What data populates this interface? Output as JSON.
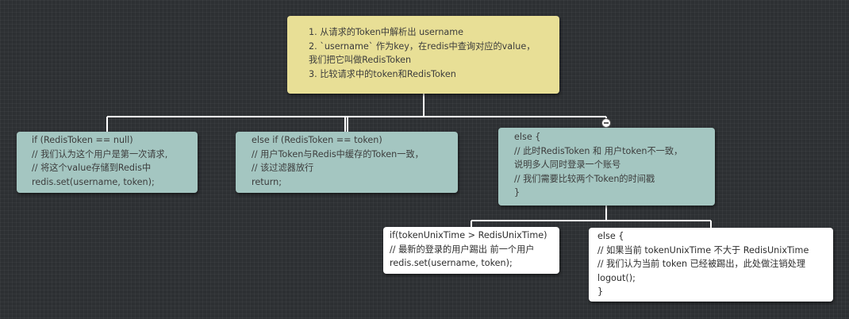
{
  "diagram": {
    "root": {
      "lines": [
        "1. 从请求的Token中解析出 username",
        "2. `username` 作为key，在redis中查询对应的value，",
        "我们把它叫做RedisToken",
        "3. 比较请求中的token和RedisToken"
      ]
    },
    "branches": [
      {
        "lines": [
          "if (RedisToken == null)",
          "// 我们认为这个用户是第一次请求,",
          "// 将这个value存储到Redis中",
          "redis.set(username, token);"
        ]
      },
      {
        "lines": [
          "else if (RedisToken == token)",
          "// 用户Token与Redis中缓存的Token一致，",
          "// 该过滤器放行",
          "return;"
        ]
      },
      {
        "lines": [
          "else {",
          "// 此时RedisToken 和 用户token不一致，",
          "说明多人同时登录一个账号",
          "// 我们需要比较两个Token的时间戳",
          "}"
        ],
        "children": [
          {
            "lines": [
              "if(tokenUnixTime > RedisUnixTime)",
              "// 最新的登录的用户踢出 前一个用户",
              "redis.set(username, token);"
            ]
          },
          {
            "lines": [
              "else {",
              "// 如果当前 tokenUnixTime 不大于 RedisUnixTime",
              "// 我们认为当前 token 已经被踢出，此处做注销处理",
              "logout();",
              "}"
            ]
          }
        ]
      }
    ],
    "colors": {
      "root_fill": "#e8df96",
      "branch_fill": "#a4c6c1",
      "leaf_fill": "#ffffff",
      "connector": "#ffffff"
    },
    "icons": {
      "collapse": "minus-circle-icon"
    }
  }
}
